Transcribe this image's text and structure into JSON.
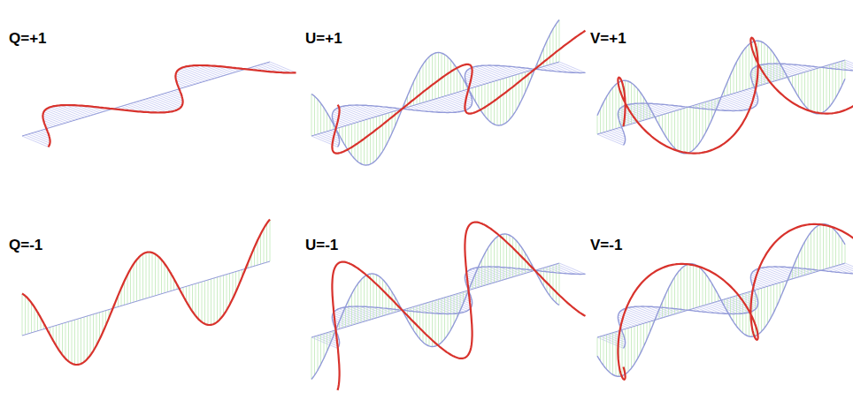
{
  "diagram": {
    "labels": [
      "Q=+1",
      "U=+1",
      "V=+1",
      "Q=-1",
      "U=-1",
      "V=-1"
    ]
  }
}
